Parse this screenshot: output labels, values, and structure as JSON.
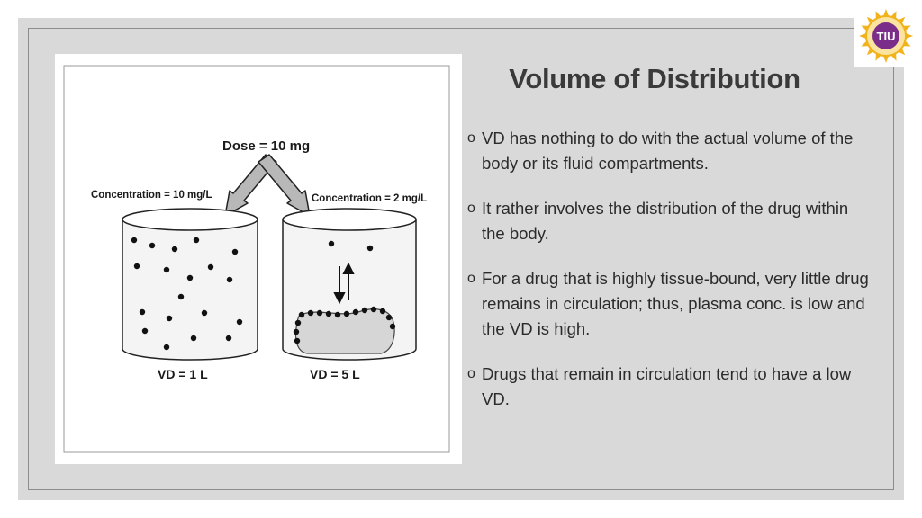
{
  "slide": {
    "title": "Volume of Distribution",
    "bullets": [
      {
        "marker": "o",
        "text": "VD has nothing to do with the actual volume of the body or its fluid compartments."
      },
      {
        "marker": "o",
        "text": "It rather involves the distribution of the drug within the body."
      },
      {
        "marker": "o",
        "text": "For a drug that is highly tissue-bound, very little drug remains in circulation; thus, plasma conc. is low and the VD is high."
      },
      {
        "marker": "o",
        "text": "Drugs that remain in circulation tend to have a low VD."
      }
    ]
  },
  "figure": {
    "dose_label": "Dose = 10 mg",
    "left_concentration": "Concentration = 10 mg/L",
    "right_concentration": "Concentration = 2 mg/L",
    "left_vd": "VD = 1 L",
    "right_vd": "VD = 5 L"
  },
  "logo": {
    "text": "TIU",
    "icon": "university-emblem-icon",
    "colors": {
      "ring": "#f2b21a",
      "center": "#7a2e8a"
    }
  },
  "colors": {
    "background": "#d9d9d9",
    "frame": "#8c8c8c",
    "title": "#3a3a3a",
    "tissue": "#d6d6d6"
  }
}
